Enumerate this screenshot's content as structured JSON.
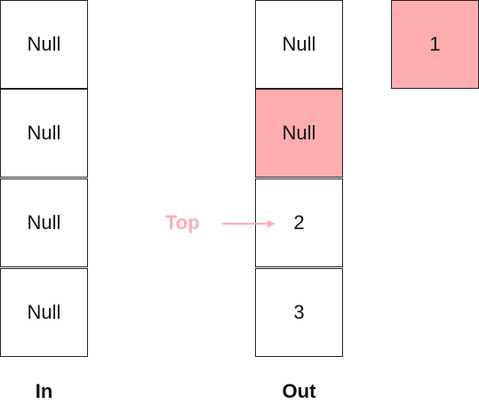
{
  "colors": {
    "highlight": "#ffadb1",
    "pointer": "#ffadb1",
    "border": "#222222"
  },
  "in_stack": {
    "label": "In",
    "cells": [
      "Null",
      "Null",
      "Null",
      "Null"
    ]
  },
  "out_stack": {
    "label": "Out",
    "cells": [
      "Null",
      "Null",
      "2",
      "3"
    ],
    "highlighted_index": 1
  },
  "popped_item": {
    "value": "1"
  },
  "pointer": {
    "label": "Top",
    "points_to_index": 2,
    "icon": "arrow-right-icon"
  }
}
